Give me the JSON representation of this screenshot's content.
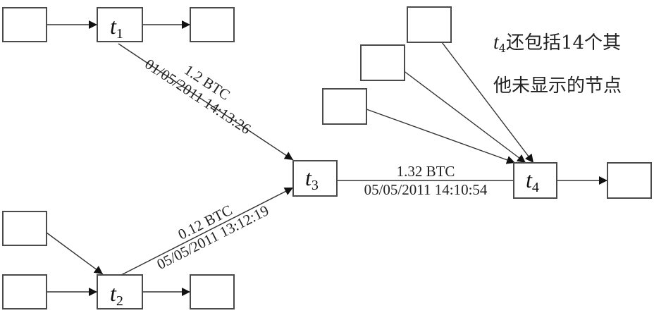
{
  "nodes": {
    "t1": {
      "symbol": "t",
      "sub": "1"
    },
    "t2": {
      "symbol": "t",
      "sub": "2"
    },
    "t3": {
      "symbol": "t",
      "sub": "3"
    },
    "t4": {
      "symbol": "t",
      "sub": "4"
    }
  },
  "edges": {
    "t1_t3": {
      "amount": "1.2 BTC",
      "time": "01/05/2011 14:13:26"
    },
    "t2_t3": {
      "amount": "0.12 BTC",
      "time": "05/05/2011 13:12:19"
    },
    "t3_t4": {
      "amount": "1.32 BTC",
      "time": "05/05/2011 14:10:54"
    }
  },
  "note": {
    "symbol": "t",
    "sub": "4",
    "line1_rest": "还包括14个其",
    "line2": "他未显示的节点"
  },
  "colors": {
    "stroke": "#333333",
    "box_border": "#4a4a4a"
  }
}
